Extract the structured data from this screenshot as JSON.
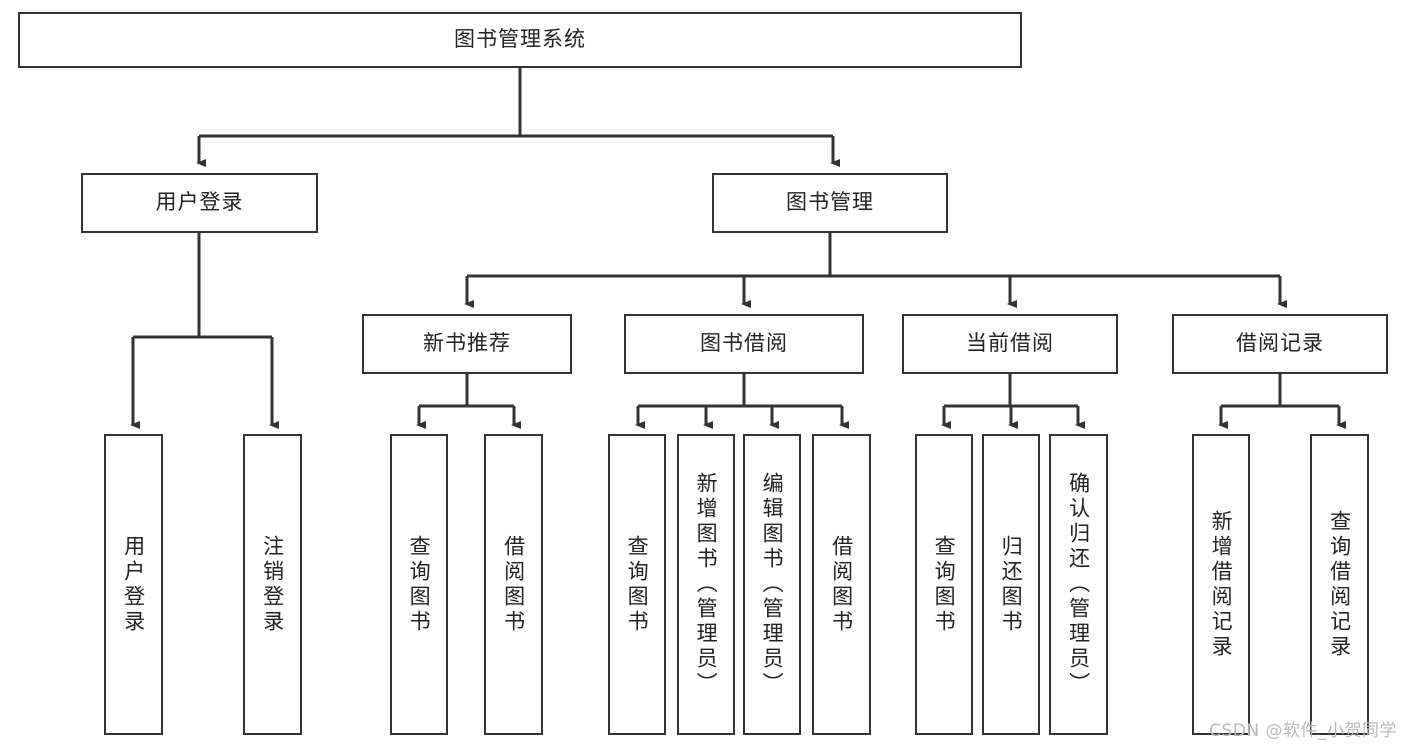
{
  "diagram": {
    "title": "图书管理系统",
    "watermark": "CSDN @软件_小贺同学",
    "line_color": "#333333",
    "box_border_color": "#333333",
    "box_fill_color": "#ffffff",
    "text_color": "#222222",
    "watermark_color": "#b9b9b9"
  },
  "nodes": {
    "root": {
      "label": "图书管理系统"
    },
    "level2": [
      {
        "label": "用户登录"
      },
      {
        "label": "图书管理"
      }
    ],
    "level3": [
      {
        "label": "新书推荐"
      },
      {
        "label": "图书借阅"
      },
      {
        "label": "当前借阅"
      },
      {
        "label": "借阅记录"
      }
    ],
    "leaves_user_login": [
      {
        "label": "用户登录"
      },
      {
        "label": "注销登录"
      }
    ],
    "leaves_new_book": [
      {
        "label": "查询图书"
      },
      {
        "label": "借阅图书"
      }
    ],
    "leaves_borrow": [
      {
        "label": "查询图书"
      },
      {
        "label": "新增图书（管理员）"
      },
      {
        "label": "编辑图书（管理员）"
      },
      {
        "label": "借阅图书"
      }
    ],
    "leaves_current": [
      {
        "label": "查询图书"
      },
      {
        "label": "归还图书"
      },
      {
        "label": "确认归还（管理员）"
      }
    ],
    "leaves_records": [
      {
        "label": "新增借阅记录"
      },
      {
        "label": "查询借阅记录"
      }
    ]
  }
}
